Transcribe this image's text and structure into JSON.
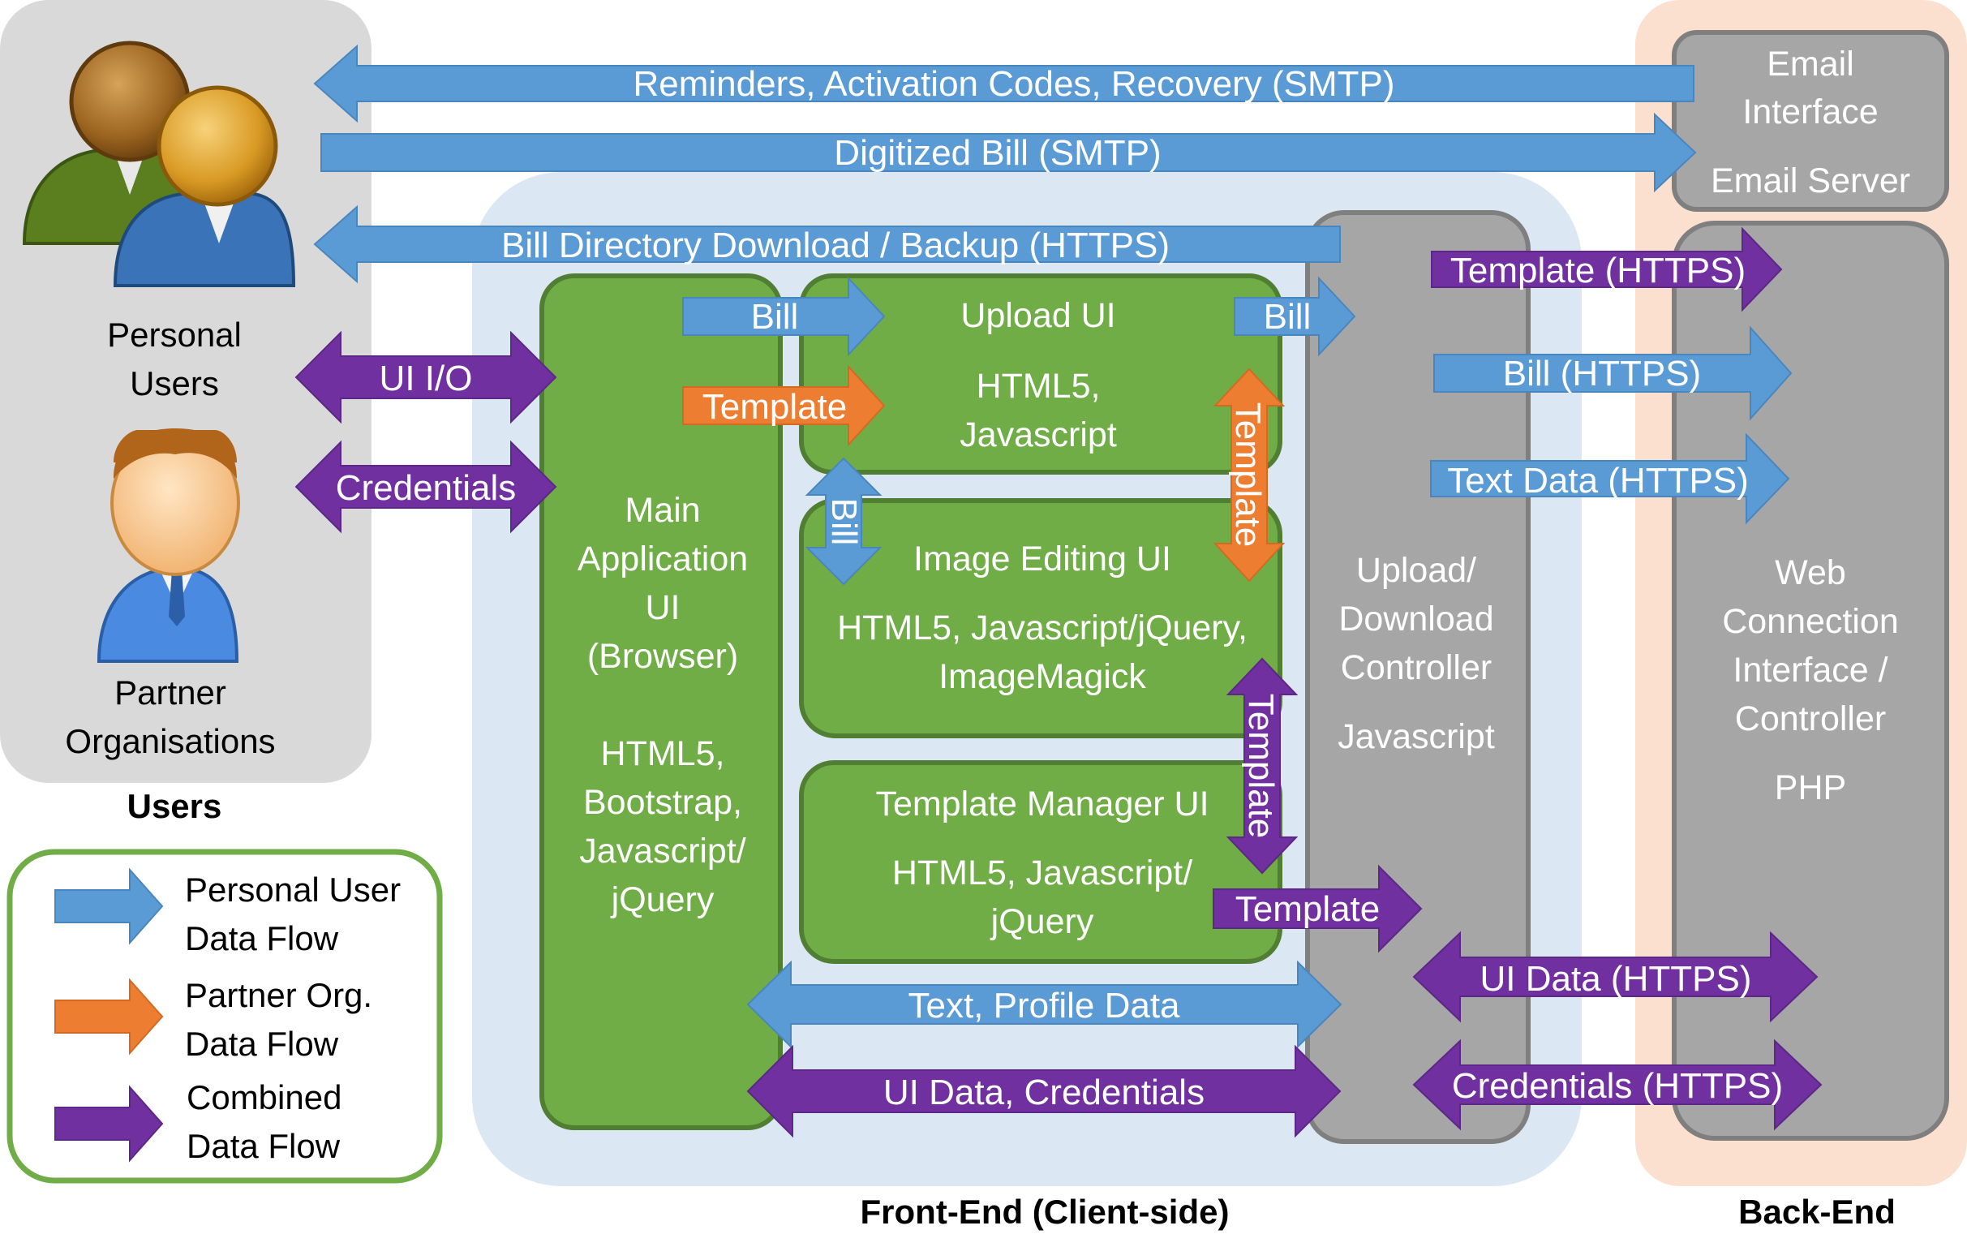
{
  "colors": {
    "personal_flow": "#5b9bd5",
    "partner_flow": "#ed7d31",
    "combined_flow": "#7030a0",
    "component_green": "#70ad47",
    "controller_gray": "#a6a6a6"
  },
  "users": {
    "personal_label_1": "Personal",
    "personal_label_2": "Users",
    "partner_label_1": "Partner",
    "partner_label_2": "Organisations",
    "section_title": "Users"
  },
  "sections": {
    "front_end": "Front-End (Client-side)",
    "back_end": "Back-End"
  },
  "email": {
    "line1": "Email",
    "line2": "Interface",
    "line3": "Email Server"
  },
  "web_interface": {
    "line1": "Web",
    "line2": "Connection",
    "line3": "Interface /",
    "line4": "Controller",
    "tech": "PHP"
  },
  "controller": {
    "line1": "Upload/",
    "line2": "Download",
    "line3": "Controller",
    "tech": "Javascript"
  },
  "main_app": {
    "line1": "Main",
    "line2": "Application",
    "line3": "UI",
    "line4": "(Browser)",
    "tech1": "HTML5,",
    "tech2": "Bootstrap,",
    "tech3": "Javascript/",
    "tech4": "jQuery"
  },
  "upload_ui": {
    "title": "Upload UI",
    "tech1": "HTML5,",
    "tech2": "Javascript"
  },
  "image_ui": {
    "title": "Image Editing UI",
    "tech1": "HTML5, Javascript/jQuery,",
    "tech2": "ImageMagick"
  },
  "template_ui": {
    "title": "Template Manager UI",
    "tech1": "HTML5, Javascript/",
    "tech2": "jQuery"
  },
  "flows": {
    "reminders": "Reminders, Activation Codes, Recovery (SMTP)",
    "digitized_bill": "Digitized Bill (SMTP)",
    "bill_directory": "Bill Directory Download / Backup (HTTPS)",
    "ui_io": "UI I/O",
    "credentials_users": "Credentials",
    "bill_to_upload": "Bill",
    "template_to_upload": "Template",
    "bill_upload_to_controller": "Bill",
    "bill_vertical": "Bill",
    "template_vertical_1": "Template",
    "template_vertical_2": "Template",
    "template_to_controller": "Template",
    "text_profile": "Text, Profile Data",
    "ui_data_credentials": "UI Data, Credentials",
    "template_https": "Template (HTTPS)",
    "bill_https": "Bill (HTTPS)",
    "text_https": "Text Data (HTTPS)",
    "ui_data_https": "UI Data (HTTPS)",
    "credentials_https": "Credentials (HTTPS)"
  },
  "legend": {
    "personal_1": "Personal User",
    "personal_2": "Data Flow",
    "partner_1": "Partner Org.",
    "partner_2": "Data Flow",
    "combined_1": "Combined",
    "combined_2": "Data Flow"
  }
}
